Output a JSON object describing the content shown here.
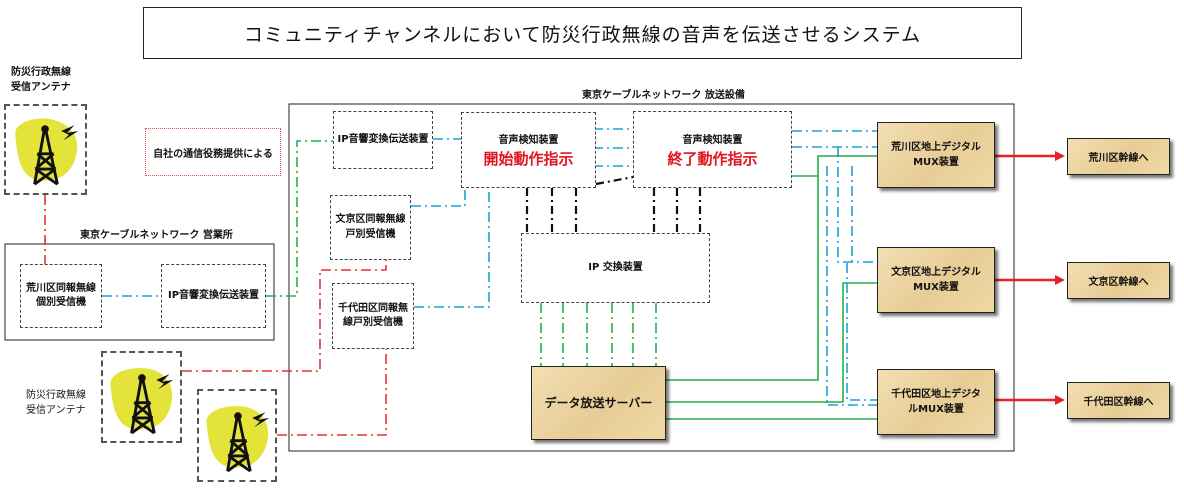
{
  "title": "コミュニティチャンネルにおいて防災行政無線の音声を伝送させるシステム",
  "antenna_top_label": [
    "防災行政無線",
    "受信アンテナ"
  ],
  "antenna_bottom_label": [
    "防災行政無線",
    "受信アンテナ"
  ],
  "note_box": "自社の通信役務提供による",
  "office": {
    "label": "東京ケーブルネットワーク 営業所",
    "receiver": [
      "荒川区同報無線",
      "個別受信機"
    ],
    "ip_converter": "IP音響変換伝送装置"
  },
  "facility": {
    "label": "東京ケーブルネットワーク 放送設備",
    "ip_converter": "IP音響変換伝送装置",
    "bunkyo_receiver": [
      "文京区同報無線",
      "戸別受信機"
    ],
    "chiyoda_receiver": [
      "千代田区同報無",
      "線戸別受信機"
    ],
    "detector_start": {
      "name": "音声検知装置",
      "action": "開始動作指示"
    },
    "detector_end": {
      "name": "音声検知装置",
      "action": "終了動作指示"
    },
    "ip_switch": "IP 交換装置",
    "data_server": "データ放送サーバー",
    "mux_arakawa": [
      "荒川区地上デジタル",
      "MUX装置"
    ],
    "mux_bunkyo": [
      "文京区地上デジタル",
      "MUX装置"
    ],
    "mux_chiyoda": [
      "千代田区地上デジタ",
      "ルMUX装置"
    ]
  },
  "outputs": {
    "arakawa": "荒川区幹線へ",
    "bunkyo": "文京区幹線へ",
    "chiyoda": "千代田区幹線へ"
  },
  "colors": {
    "red_line": "#e8323a",
    "blue_line": "#1fa0d8",
    "green_line": "#22b14c",
    "black_line": "#111111",
    "tan_box": "#ecd39f",
    "antenna_blob": "#e3e33a",
    "action_text": "#e0141e"
  },
  "icons": [
    "radio-tower-icon",
    "signal-bolt-icon"
  ]
}
